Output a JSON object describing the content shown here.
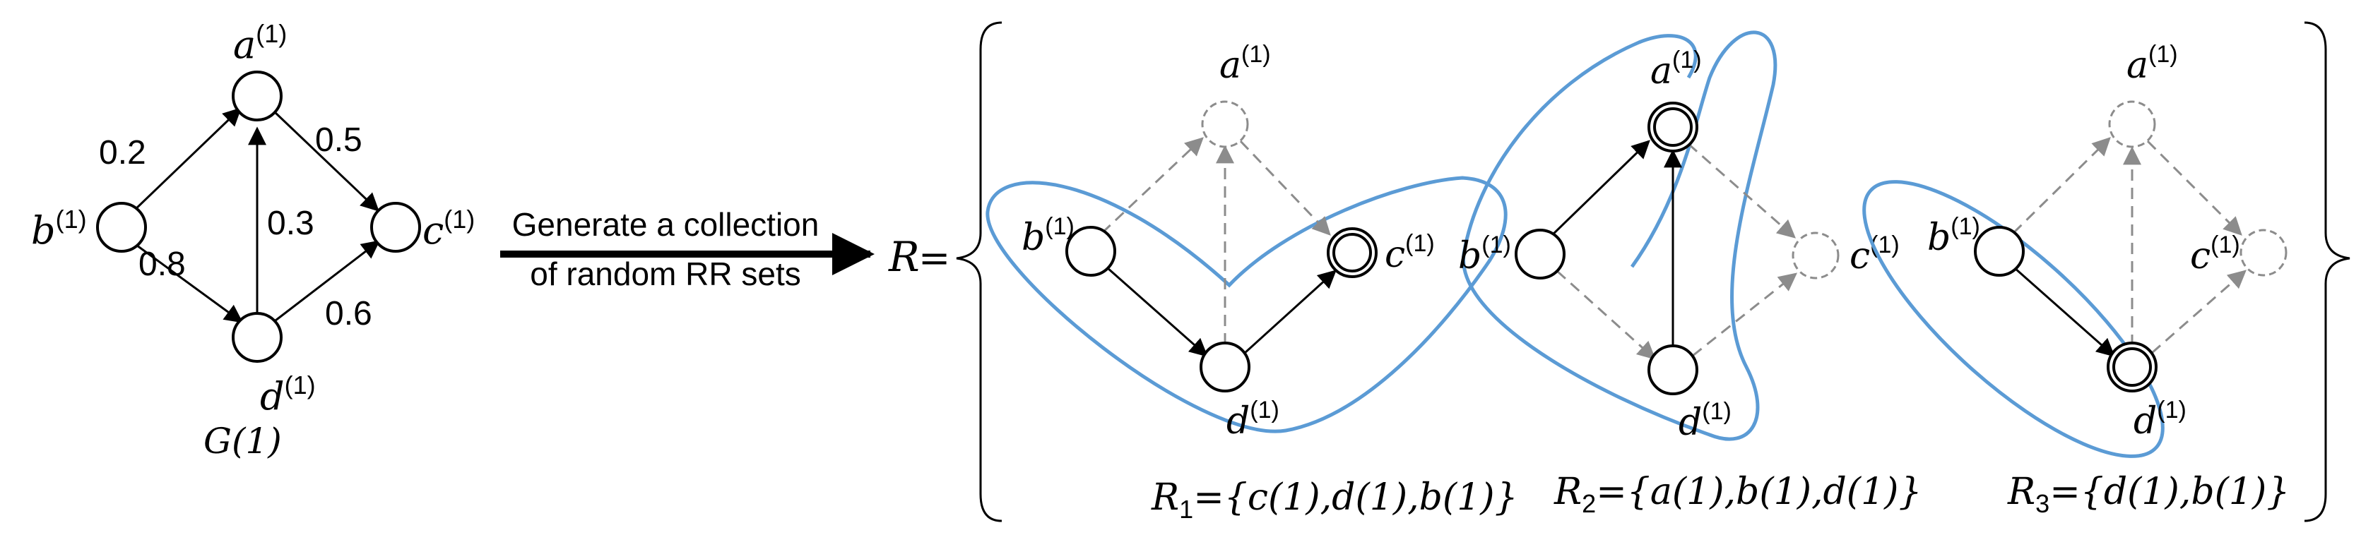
{
  "graph": {
    "name": "G(1)",
    "nodes": [
      {
        "id": "a",
        "label": "a",
        "sup": "(1)"
      },
      {
        "id": "b",
        "label": "b",
        "sup": "(1)"
      },
      {
        "id": "c",
        "label": "c",
        "sup": "(1)"
      },
      {
        "id": "d",
        "label": "d",
        "sup": "(1)"
      }
    ],
    "edges": [
      {
        "from": "b",
        "to": "a",
        "weight": "0.2"
      },
      {
        "from": "a",
        "to": "c",
        "weight": "0.5"
      },
      {
        "from": "d",
        "to": "a",
        "weight": "0.3"
      },
      {
        "from": "b",
        "to": "d",
        "weight": "0.8"
      },
      {
        "from": "d",
        "to": "c",
        "weight": "0.6"
      }
    ]
  },
  "arrow_caption": {
    "line1": "Generate a collection",
    "line2": "of random RR sets"
  },
  "collection": {
    "symbol": "R",
    "equals": "=",
    "sets": [
      {
        "name": "R",
        "sub": "1",
        "text": "{c(1),d(1),b(1)}",
        "members": [
          "c",
          "d",
          "b"
        ],
        "root": "c"
      },
      {
        "name": "R",
        "sub": "2",
        "text": "{a(1),b(1),d(1)}",
        "members": [
          "a",
          "b",
          "d"
        ],
        "root": "a"
      },
      {
        "name": "R",
        "sub": "3",
        "text": "{d(1),b(1)}",
        "members": [
          "d",
          "b"
        ],
        "root": "d"
      }
    ]
  },
  "colors": {
    "ink": "#000000",
    "inactive": "#8c8c8c",
    "outline": "#5b9bd5"
  }
}
